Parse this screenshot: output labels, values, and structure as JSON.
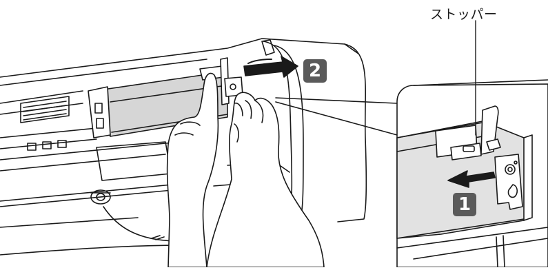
{
  "labels": {
    "stopper": "ストッパー"
  },
  "steps": [
    {
      "number": "1"
    },
    {
      "number": "2"
    }
  ],
  "colors": {
    "line": "#1a1a1a",
    "filter_fill": "#d6d6d6",
    "zoom_fill": "#e2e2e2",
    "badge": "#5a5a5a",
    "arrow": "#1a1a1a"
  }
}
